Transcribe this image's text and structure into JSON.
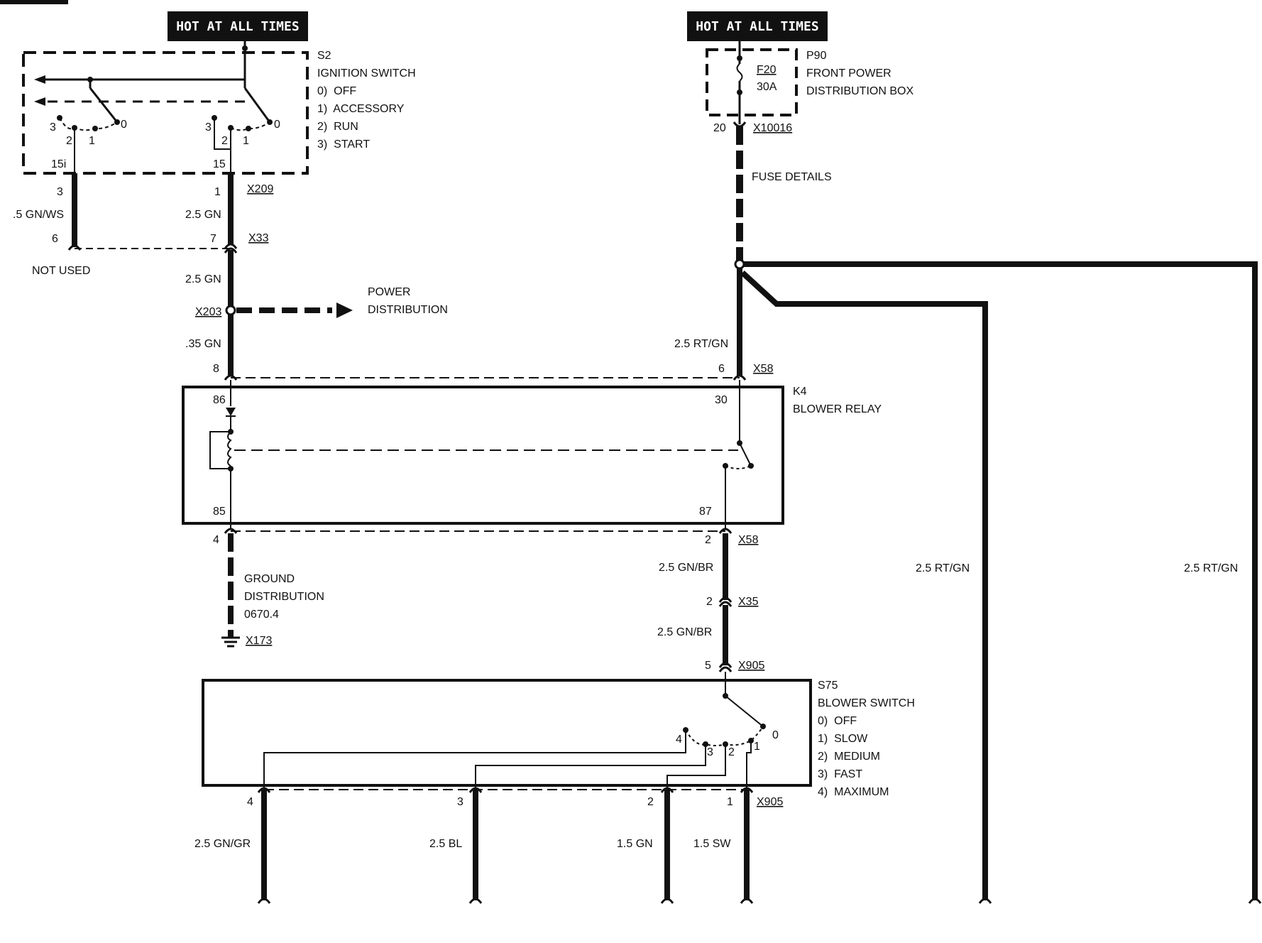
{
  "hot_left": "HOT AT ALL TIMES",
  "hot_right": "HOT AT ALL TIMES",
  "s2": {
    "id": "S2",
    "name": "IGNITION SWITCH",
    "positions": [
      "0)  OFF",
      "1)  ACCESSORY",
      "2)  RUN",
      "3)  START"
    ],
    "contact_labels": {
      "three": "3",
      "two": "2",
      "one": "1",
      "zero": "0"
    },
    "term_15i": "15i",
    "term_15": "15"
  },
  "p90": {
    "id": "P90",
    "name_line1": "FRONT POWER",
    "name_line2": "DISTRIBUTION BOX",
    "fuse_id": "F20",
    "fuse_rating": "30A"
  },
  "wires": {
    "pin3": "3",
    "pin1": "1",
    "pin6": "6",
    "pin7": "7",
    "pin8": "8",
    "pin6b": "6",
    "pin20": "20",
    "pin4": "4",
    "pin2a": "2",
    "pin2b": "2",
    "pin5": "5",
    "w_gnws": ".5 GN/WS",
    "w_25gn_a": "2.5 GN",
    "w_25gn_b": "2.5 GN",
    "w_035gn": ".35 GN",
    "w_rtgn": "2.5 RT/GN",
    "w_gnbr_a": "2.5 GN/BR",
    "w_gnbr_b": "2.5 GN/BR",
    "w_rtgn_mid": "2.5 RT/GN",
    "w_rtgn_right": "2.5 RT/GN"
  },
  "connectors": {
    "x209": "X209",
    "x33": "X33",
    "x203": "X203",
    "x10016": "X10016",
    "x58a": "X58",
    "x58b": "X58",
    "x35": "X35",
    "x905a": "X905",
    "x905b": "X905",
    "x173": "X173"
  },
  "notes": {
    "not_used": "NOT USED",
    "power_dist_1": "POWER",
    "power_dist_2": "DISTRIBUTION",
    "fuse_details": "FUSE DETAILS",
    "ground_1": "GROUND",
    "ground_2": "DISTRIBUTION",
    "ground_3": "0670.4"
  },
  "k4": {
    "id": "K4",
    "name": "BLOWER RELAY",
    "pin86": "86",
    "pin85": "85",
    "pin30": "30",
    "pin87": "87"
  },
  "s75": {
    "id": "S75",
    "name": "BLOWER SWITCH",
    "positions": [
      "0)  OFF",
      "1)  SLOW",
      "2)  MEDIUM",
      "3)  FAST",
      "4)  MAXIMUM"
    ],
    "contacts": {
      "c0": "0",
      "c1": "1",
      "c2": "2",
      "c3": "3",
      "c4": "4"
    }
  },
  "outputs": [
    {
      "pin": "4",
      "wire": "2.5 GN/GR"
    },
    {
      "pin": "3",
      "wire": "2.5 BL"
    },
    {
      "pin": "2",
      "wire": "1.5 GN"
    },
    {
      "pin": "1",
      "wire": "1.5 SW"
    }
  ]
}
